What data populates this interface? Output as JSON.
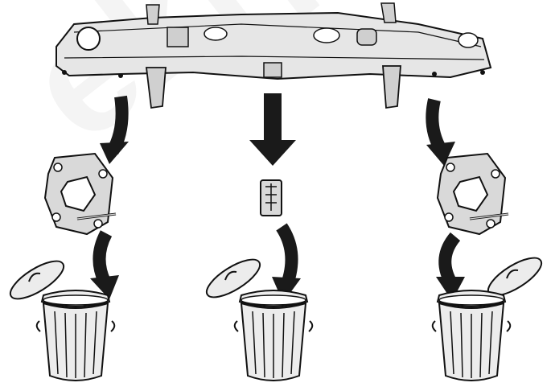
{
  "watermark": "ekrp",
  "colors": {
    "stroke": "#111111",
    "part_fill": "#d9d9d9",
    "part_fill_dark": "#bdbdbd",
    "can_fill": "#ececec",
    "arrow": "#1a1a1a",
    "background": "#ffffff"
  },
  "components": [
    {
      "id": "crossmember",
      "icon": "front-crossmember-icon"
    },
    {
      "id": "bracket-left",
      "icon": "mounting-bracket-icon"
    },
    {
      "id": "clip-center",
      "icon": "clip-icon"
    },
    {
      "id": "bracket-right",
      "icon": "mounting-bracket-icon"
    }
  ],
  "bins": [
    "trash-can-icon",
    "trash-can-icon",
    "trash-can-icon"
  ]
}
